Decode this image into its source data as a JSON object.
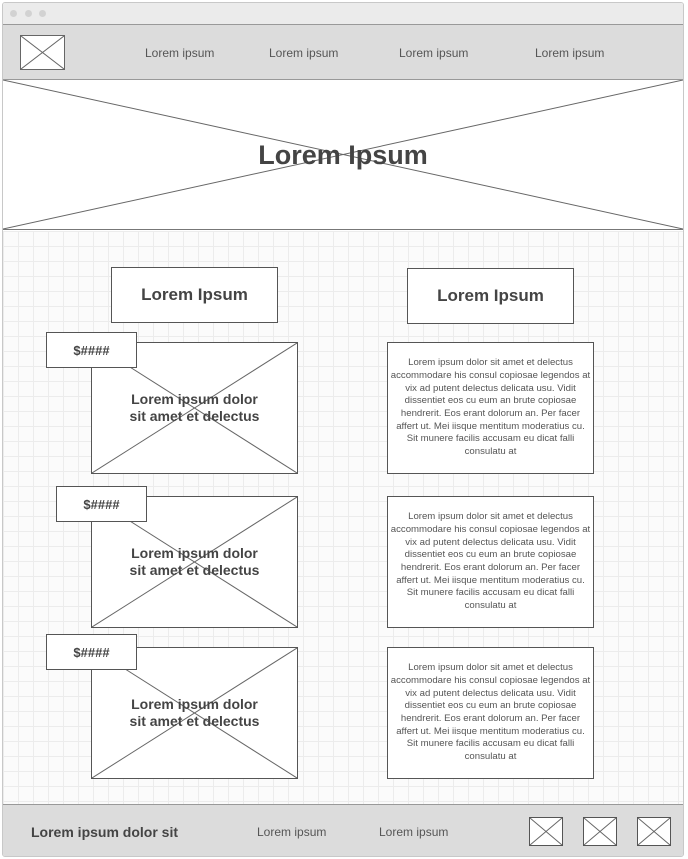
{
  "nav": {
    "links": [
      "Lorem ipsum",
      "Lorem ipsum",
      "Lorem ipsum",
      "Lorem ipsum"
    ]
  },
  "hero": {
    "title": "Lorem Ipsum"
  },
  "left_column": {
    "heading": "Lorem Ipsum",
    "products": [
      {
        "price": "$####",
        "caption": "Lorem ipsum dolor sit amet et delectus"
      },
      {
        "price": "$####",
        "caption": "Lorem ipsum dolor sit amet et delectus"
      },
      {
        "price": "$####",
        "caption": "Lorem ipsum dolor sit amet et delectus"
      }
    ]
  },
  "right_column": {
    "heading": "Lorem Ipsum",
    "paragraphs": [
      "Lorem ipsum dolor sit amet et delectus accommodare his consul copiosae legendos at vix ad putent delectus delicata usu. Vidit dissentiet eos cu eum an brute copiosae hendrerit. Eos erant dolorum an. Per facer affert ut. Mei iisque mentitum moderatius cu. Sit munere facilis accusam eu dicat falli consulatu at",
      "Lorem ipsum dolor sit amet et delectus accommodare his consul copiosae legendos at vix ad putent delectus delicata usu. Vidit dissentiet eos cu eum an brute copiosae hendrerit. Eos erant dolorum an. Per facer affert ut. Mei iisque mentitum moderatius cu. Sit munere facilis accusam eu dicat falli consulatu at",
      "Lorem ipsum dolor sit amet et delectus accommodare his consul copiosae legendos at vix ad putent delectus delicata usu. Vidit dissentiet eos cu eum an brute copiosae hendrerit. Eos erant dolorum an. Per facer affert ut. Mei iisque mentitum moderatius cu. Sit munere facilis accusam eu dicat falli consulatu at"
    ]
  },
  "footer": {
    "title": "Lorem ipsum dolor sit",
    "links": [
      "Lorem ipsum",
      "Lorem ipsum"
    ],
    "icons": [
      "image-placeholder-icon",
      "image-placeholder-icon",
      "image-placeholder-icon"
    ]
  }
}
